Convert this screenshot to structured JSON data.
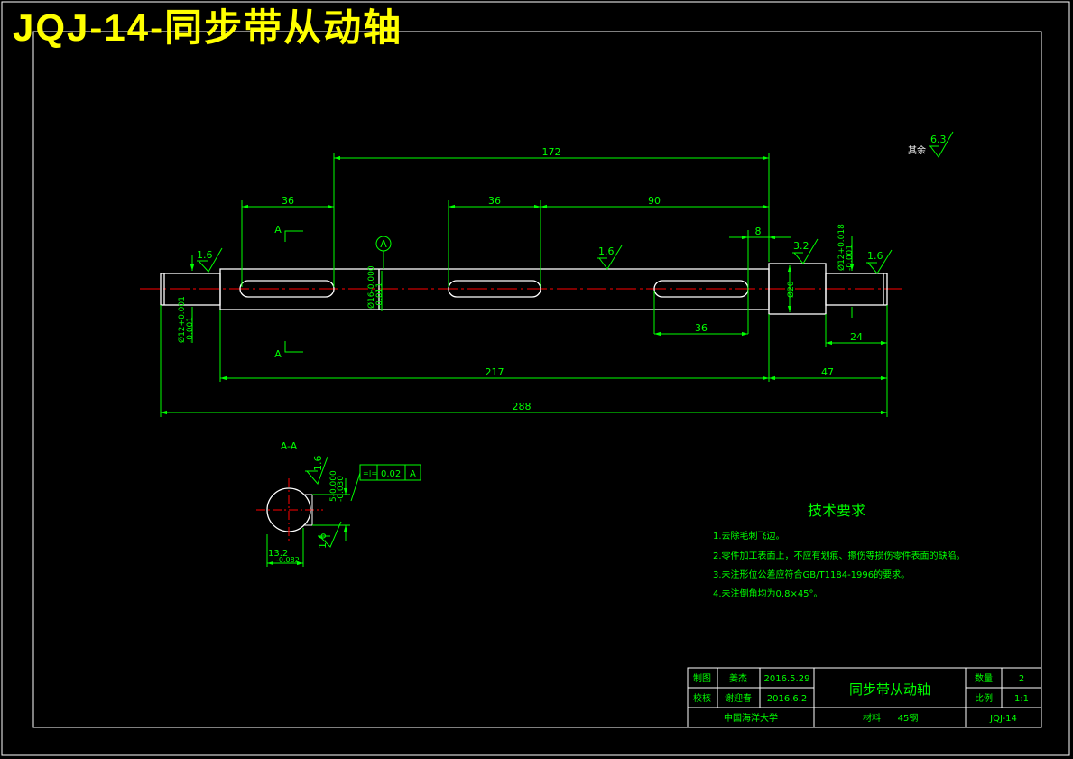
{
  "title": "JQJ-14-同步带从动轴",
  "colors": {
    "background": "#000000",
    "title": "#ffff00",
    "outline": "#ffffff",
    "dimension": "#00ff00",
    "centerline": "#ff0000",
    "frame": "#ffffff"
  },
  "dimensions": {
    "d172": "172",
    "d36a": "36",
    "d36b": "36",
    "d90": "90",
    "d8": "8",
    "d36c": "36",
    "d24": "24",
    "d217": "217",
    "d47": "47",
    "d288": "288"
  },
  "diameters": {
    "left_journal": "Ø12+0.001",
    "left_journal_tol": "-0.001",
    "middle": "Ø16-0.000",
    "middle_tol": "-0.011",
    "shoulder": "Ø20",
    "right_journal": "Ø12+0.018",
    "right_journal_tol": "-0.001"
  },
  "roughness": {
    "left": "1.6",
    "middle": "1.6",
    "shoulder": "3.2",
    "right": "1.6",
    "rest_label": "其余",
    "rest_value": "6.3"
  },
  "datum": "A",
  "section": {
    "mark_top": "A",
    "mark_bottom": "A",
    "title": "A-A",
    "r1": "1.6",
    "r2": "1.6",
    "dim_depth": "5-0.000",
    "dim_depth_tol": "-0.030",
    "dim_width": "13.2",
    "dim_width_tol": "-0.082",
    "tol_symbol": "=|=",
    "tol_value": "0.02",
    "tol_datum": "A"
  },
  "requirements": {
    "heading": "技术要求",
    "items": [
      "1.去除毛刺飞边。",
      "2.零件加工表面上，不应有划痕、擦伤等损伤零件表面的缺陷。",
      "3.未注形位公差应符合GB/T1184-1996的要求。",
      "4.未注倒角均为0.8×45°。"
    ]
  },
  "title_block": {
    "draw_label": "制图",
    "draw_name": "姜杰",
    "draw_date": "2016.5.29",
    "check_label": "校核",
    "check_name": "谢迎春",
    "check_date": "2016.6.2",
    "part_name": "同步带从动轴",
    "qty_label": "数量",
    "qty_value": "2",
    "scale_label": "比例",
    "scale_value": "1:1",
    "school": "中国海洋大学",
    "material_label": "材料",
    "material_value": "45钢",
    "code": "JQJ-14"
  }
}
